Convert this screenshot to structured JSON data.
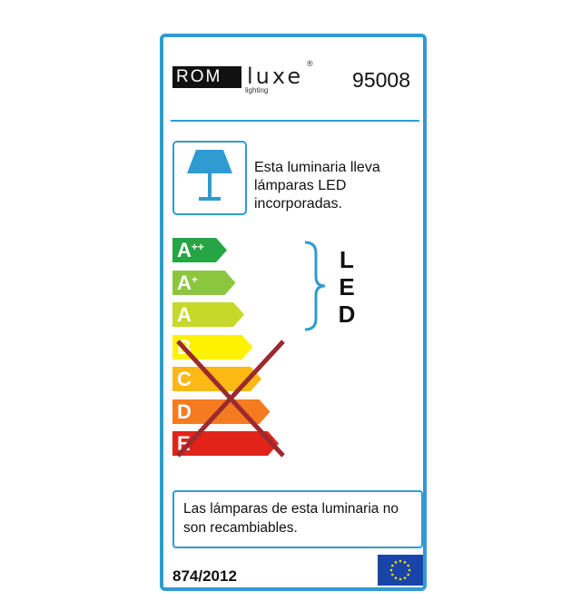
{
  "header": {
    "brand_part1": "ROM",
    "brand_part2": "luxe",
    "brand_sub": "lighting",
    "brand_reg": "®",
    "reference": "95008"
  },
  "lamp_notice": "Esta luminaria lleva lámparas LED incorporadas.",
  "energy_classes": [
    {
      "letter": "A",
      "sup": "++",
      "color": "#27a544",
      "crossed": false
    },
    {
      "letter": "A",
      "sup": "+",
      "color": "#8cc63f",
      "crossed": false
    },
    {
      "letter": "A",
      "sup": "",
      "color": "#c6d928",
      "crossed": false
    },
    {
      "letter": "B",
      "sup": "",
      "color": "#fff200",
      "crossed": true
    },
    {
      "letter": "C",
      "sup": "",
      "color": "#fcb813",
      "crossed": true
    },
    {
      "letter": "D",
      "sup": "",
      "color": "#f47b20",
      "crossed": true
    },
    {
      "letter": "E",
      "sup": "",
      "color": "#e2231a",
      "crossed": true
    }
  ],
  "led_label": [
    "L",
    "E",
    "D"
  ],
  "colors": {
    "frame": "#2f9bd3",
    "lamp_icon": "#2f9bd3",
    "cross": "#9b2a2f",
    "eu_blue": "#1a45a8",
    "eu_star": "#ffdd00"
  },
  "replaceable_notice": "Las lámparas de esta luminaria no son recambiables.",
  "regulation": "874/2012",
  "icons": {
    "lamp": "table-lamp-icon",
    "eu": "eu-flag-icon"
  }
}
